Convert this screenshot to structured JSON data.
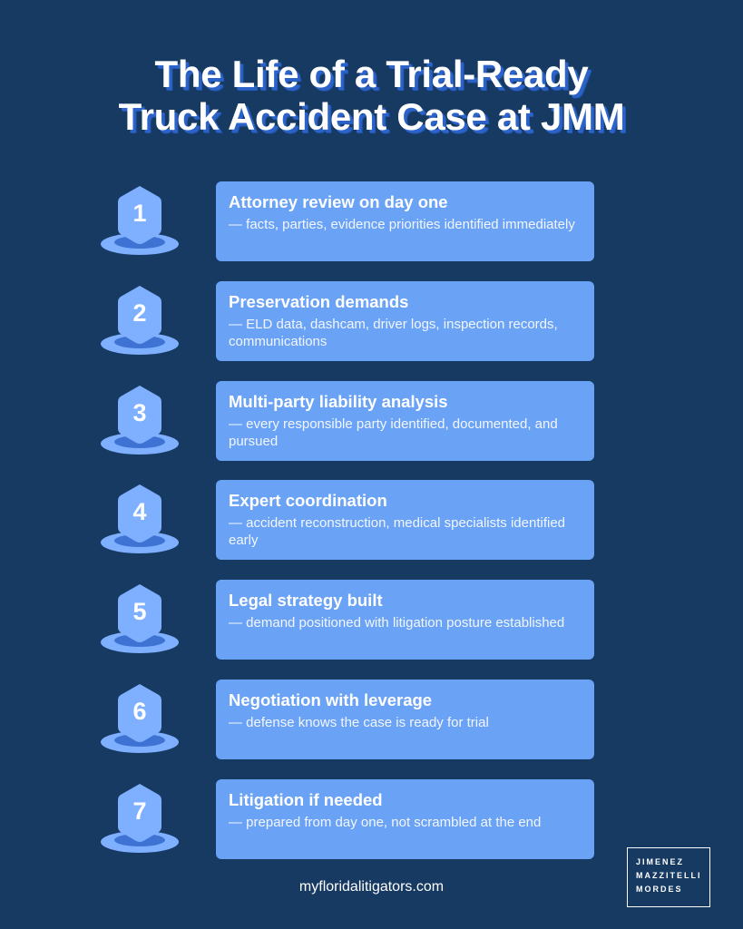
{
  "title": {
    "line1": "The Life of a Trial-Ready",
    "line2": "Truck Accident Case at JMM"
  },
  "colors": {
    "background": "#173a63",
    "card": "#6aa2f5",
    "badge_light": "#7fb0ff",
    "badge_dark": "#3e73d4"
  },
  "steps": [
    {
      "number": "1",
      "title": "Attorney review on day one",
      "description": " — facts, parties, evidence priorities identified immediately"
    },
    {
      "number": "2",
      "title": "Preservation demands",
      "description": "— ELD data, dashcam, driver logs, inspection records, communications"
    },
    {
      "number": "3",
      "title": "Multi-party liability analysis",
      "description": " — every responsible party identified, documented, and pursued"
    },
    {
      "number": "4",
      "title": "Expert coordination",
      "description": "— accident reconstruction, medical specialists identified early"
    },
    {
      "number": "5",
      "title": "Legal strategy built",
      "description": "— demand positioned with litigation posture established"
    },
    {
      "number": "6",
      "title": "Negotiation with leverage",
      "description": "— defense knows the case is ready for trial"
    },
    {
      "number": "7",
      "title": "Litigation if needed",
      "description": "— prepared from day one, not scrambled at the end"
    }
  ],
  "footer": {
    "url": "myfloridalitigators.com"
  },
  "logo": {
    "line1": "JIMENEZ",
    "line2": "MAZZITELLI",
    "line3": "MORDES"
  }
}
